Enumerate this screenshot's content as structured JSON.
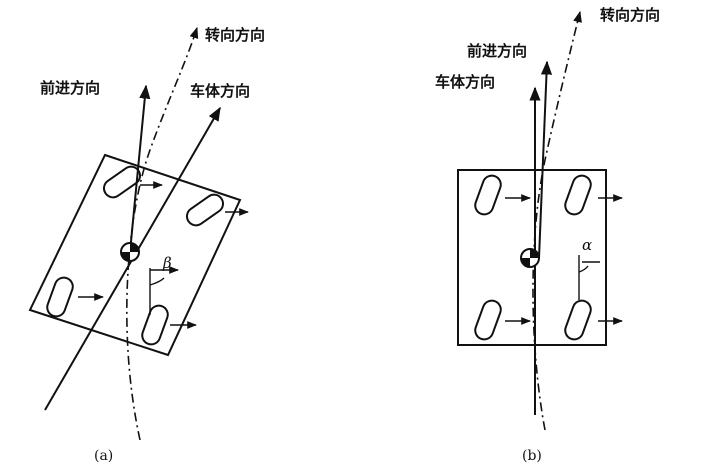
{
  "diagram": {
    "panel_a": {
      "labels": {
        "steer": "转向方向",
        "forward": "前进方向",
        "body": "车体方向"
      },
      "angle": "β",
      "caption": "(a)"
    },
    "panel_b": {
      "labels": {
        "steer": "转向方向",
        "forward": "前进方向",
        "body": "车体方向"
      },
      "angle": "α",
      "caption": "(b)"
    }
  }
}
